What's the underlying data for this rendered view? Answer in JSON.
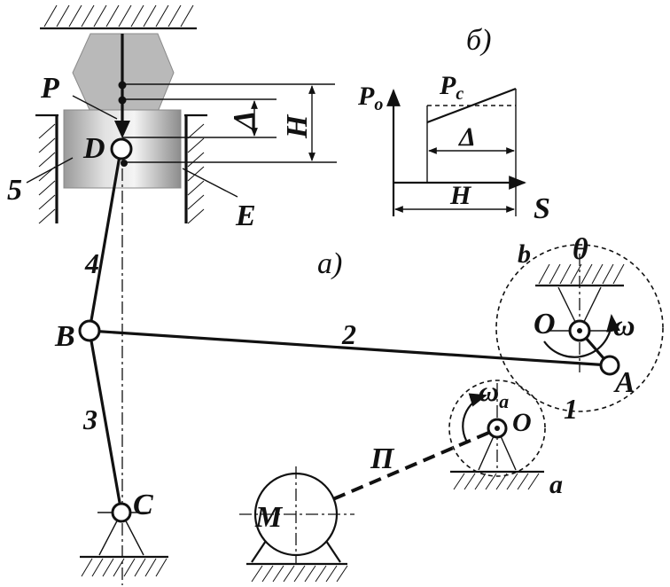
{
  "figure": {
    "part_a_label": "а)",
    "part_b_label": "б)"
  },
  "press": {
    "point_P": "P",
    "point_D": "D",
    "guide_number": "5",
    "edge_E": "E",
    "dim_delta": "Δ",
    "dim_H": "H"
  },
  "linkage": {
    "link_1": "1",
    "link_2": "2",
    "link_3": "3",
    "link_4": "4",
    "joint_A": "A",
    "joint_B": "B",
    "joint_C": "C",
    "joint_O": "O",
    "omega": "ω",
    "zone_b": "b",
    "angle_theta": "θ"
  },
  "drive": {
    "motor": "M",
    "belt": "П",
    "pulley_O": "O",
    "omega_a_main": "ω",
    "omega_a_sub": "a",
    "support_a": "a"
  },
  "graph": {
    "y_axis_main": "P",
    "y_axis_sub": "o",
    "force_main": "P",
    "force_sub": "c",
    "delta": "Δ",
    "H": "H",
    "x_axis": "S"
  }
}
